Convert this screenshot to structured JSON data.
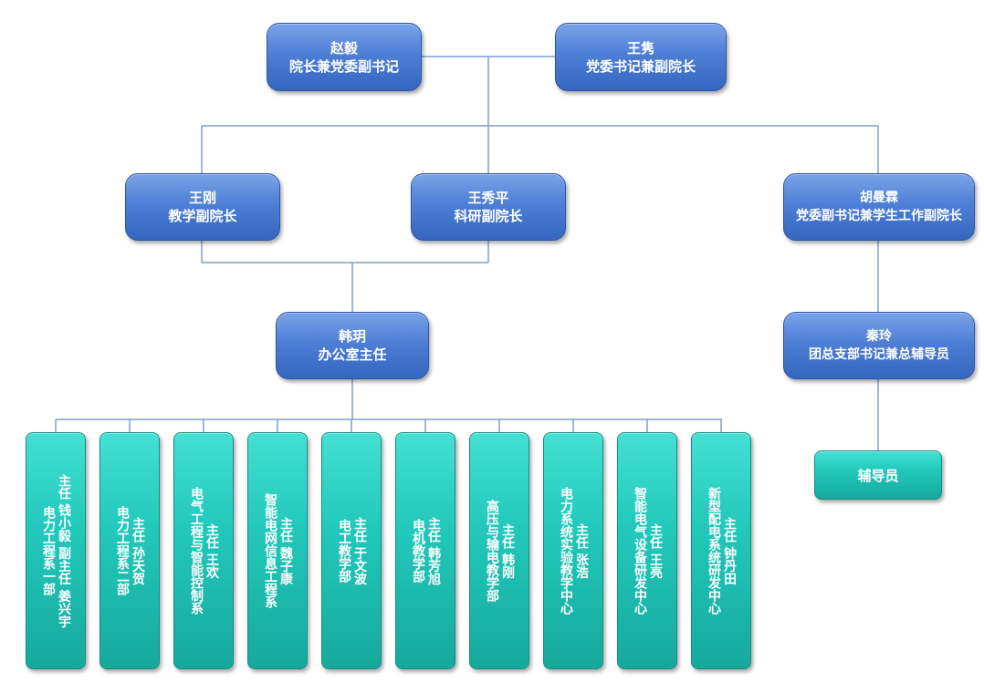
{
  "leaders": {
    "zhao": {
      "name": "赵毅",
      "title": "院长兼党委副书记"
    },
    "wang_j": {
      "name": "王隽",
      "title": "党委书记兼副院长"
    },
    "wang_g": {
      "name": "王刚",
      "title": "教学副院长"
    },
    "wang_x": {
      "name": "王秀平",
      "title": "科研副院长"
    },
    "hu": {
      "name": "胡曼霖",
      "title": "党委副书记兼学生工作副院长"
    },
    "han": {
      "name": "韩玥",
      "title": "办公室主任"
    },
    "qin": {
      "name": "秦玲",
      "title": "团总支部书记兼总辅导员"
    }
  },
  "counselor": {
    "label": "辅导员"
  },
  "departments": [
    {
      "lines": [
        "主任  钱小毅  副主任  姜兴宇",
        "电力工程系一部"
      ]
    },
    {
      "lines": [
        "主任  孙天贺",
        "电力工程系二部"
      ]
    },
    {
      "lines": [
        "主任  王欢",
        "电气工程与智能控制系"
      ]
    },
    {
      "lines": [
        "主任  魏子康",
        "智能电网信息工程系"
      ]
    },
    {
      "lines": [
        "主任  于文波",
        "电工教学部"
      ]
    },
    {
      "lines": [
        "主任  韩芳旭",
        "电机教学部"
      ]
    },
    {
      "lines": [
        "主任  韩刚",
        "高压与输电教学部"
      ]
    },
    {
      "lines": [
        "主任  张浩",
        "电力系统实验教学中心"
      ]
    },
    {
      "lines": [
        "主任  王亮",
        "智能电气设备研发中心"
      ]
    },
    {
      "lines": [
        "主任  钟丹田",
        "新型配电系统研发中心"
      ]
    }
  ]
}
